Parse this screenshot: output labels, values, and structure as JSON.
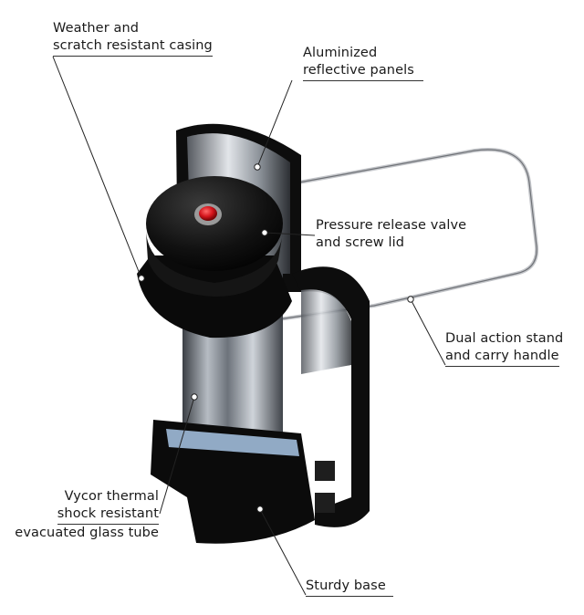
{
  "diagram": {
    "labels": [
      {
        "id": "casing",
        "lines": [
          "Weather and",
          "scratch resistant casing"
        ]
      },
      {
        "id": "panels",
        "lines": [
          "Aluminized",
          "reflective panels"
        ]
      },
      {
        "id": "valve",
        "lines": [
          "Pressure release valve",
          "and screw lid"
        ]
      },
      {
        "id": "handle",
        "lines": [
          "Dual action stand",
          "and carry handle"
        ]
      },
      {
        "id": "tube",
        "lines": [
          "Vycor thermal",
          "shock resistant",
          "evacuated glass tube"
        ]
      },
      {
        "id": "base",
        "lines": [
          "Sturdy base"
        ]
      }
    ]
  },
  "colors": {
    "casing": "#0d0d0d",
    "glass_tube": "#8a8f96",
    "tube_ring": "#a9c7e6",
    "valve": "#d4141b",
    "handle": "#c9cbcf",
    "leader": "#222222"
  }
}
